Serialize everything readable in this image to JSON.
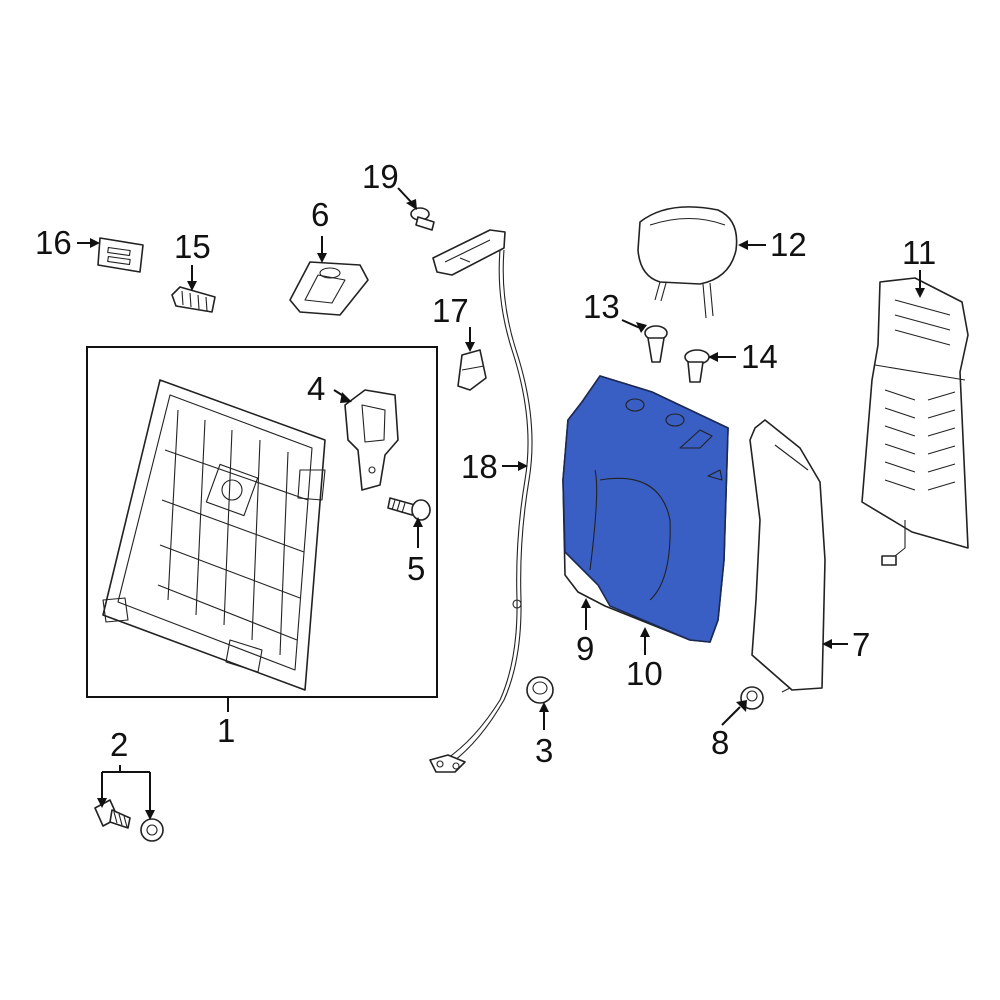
{
  "colors": {
    "background": "#ffffff",
    "line": "#222222",
    "highlight": "#3a5fc4"
  },
  "highlighted_part": "10",
  "callouts": {
    "c1": "1",
    "c2": "2",
    "c3": "3",
    "c4": "4",
    "c5": "5",
    "c6": "6",
    "c7": "7",
    "c8": "8",
    "c9": "9",
    "c10": "10",
    "c11": "11",
    "c12": "12",
    "c13": "13",
    "c14": "14",
    "c15": "15",
    "c16": "16",
    "c17": "17",
    "c18": "18",
    "c19": "19"
  }
}
